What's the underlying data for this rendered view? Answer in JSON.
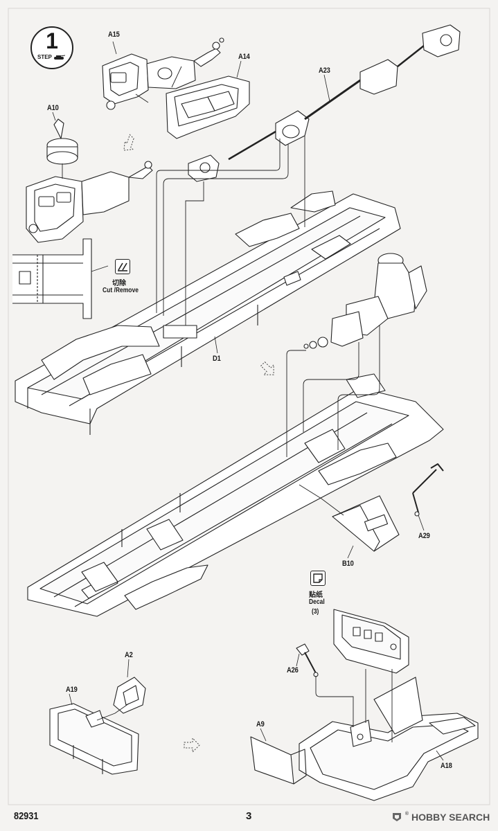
{
  "step": {
    "number": "1",
    "label": "STEP",
    "icon": "tank-icon"
  },
  "parts": {
    "A15": "A15",
    "A14": "A14",
    "A10": "A10",
    "A23": "A23",
    "D1": "D1",
    "A29": "A29",
    "B10": "B10",
    "A2": "A2",
    "A19": "A19",
    "A26": "A26",
    "A9": "A9",
    "A18": "A18"
  },
  "notes": {
    "cut_cn": "切除",
    "cut_en": "Cut /Remove",
    "decal_cn": "贴纸",
    "decal_en": "Decal",
    "decal_num": "(3)"
  },
  "footer": {
    "code": "82931",
    "page": "3",
    "watermark_brand": "HOBBY SEARCH",
    "watermark_reg": "®"
  },
  "icons": [
    "tank-icon",
    "scissors-cut-icon",
    "decal-sheet-icon",
    "direction-arrow-icon",
    "hobby-search-logo-icon"
  ]
}
